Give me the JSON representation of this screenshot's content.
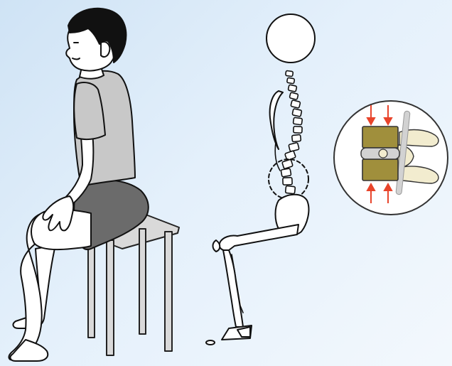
{
  "figure": {
    "panels": [
      "seated-person",
      "seated-skeleton",
      "disc-compression-detail"
    ],
    "colors": {
      "background_light": "#f3f8fd",
      "background_tint": "#cfe3f5",
      "skin": "#ffffff",
      "shirt": "#c8c8c8",
      "shorts": "#6b6b6b",
      "hair": "#111111",
      "stool": "#d9d9d9",
      "bone": "#ffffff",
      "vertebral_body": "#a08f3c",
      "vertebral_body_light": "#f2eccf",
      "disc": "#d2d2d2",
      "compression_arrow": "#e8442b"
    }
  }
}
